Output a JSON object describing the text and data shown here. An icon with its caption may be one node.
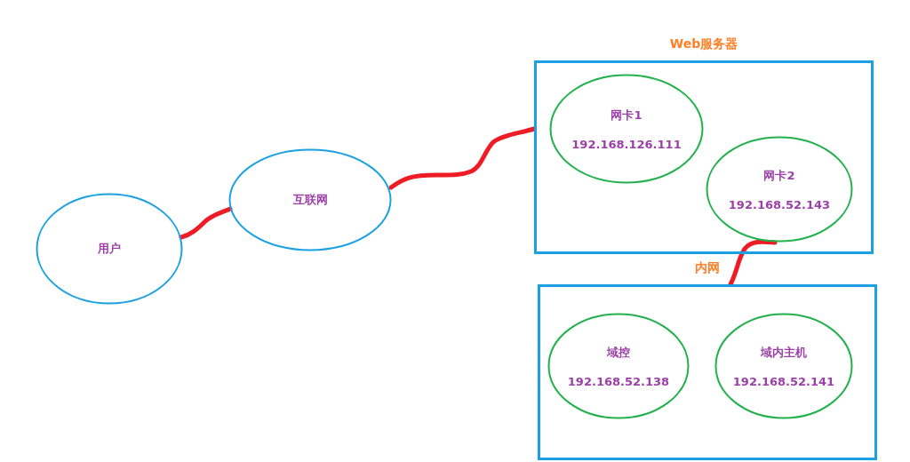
{
  "diagram": {
    "nodes": [
      {
        "text": [
          "用户"
        ]
      },
      {
        "text": [
          "互联网"
        ]
      },
      {
        "text": [
          "Web服务器"
        ]
      },
      {
        "text": [
          "网卡1",
          "192.168.126.111"
        ],
        "in": 2
      },
      {
        "text": [
          "网卡2",
          "192.168.52.143"
        ],
        "in": 2
      },
      {
        "text": [
          "内网"
        ]
      },
      {
        "text": [
          "域控",
          "192.168.52.138"
        ],
        "in": 5
      },
      {
        "text": [
          "域内主机",
          "192.168.52.141"
        ],
        "in": 5
      }
    ],
    "edges": [
      {
        "from": 0,
        "to": 1,
        "arrow": "none"
      },
      {
        "from": 1,
        "to": 2,
        "arrow": "none"
      },
      {
        "from": 4,
        "to": 5,
        "arrow": "none"
      }
    ]
  }
}
